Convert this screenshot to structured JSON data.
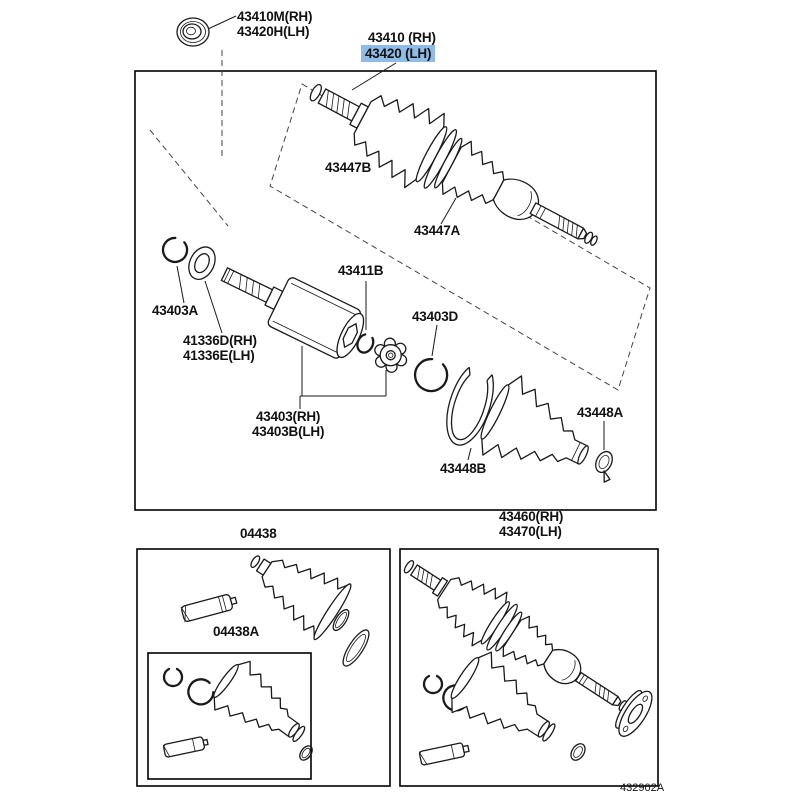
{
  "figure": {
    "code": "432902A",
    "highlight_color": "#8FBCE6"
  },
  "labels": {
    "l43410m_rh": "43410M(RH)",
    "l43420h_lh": "43420H(LH)",
    "l43410_rh": "43410 (RH)",
    "l43420_lh": "43420 (LH)",
    "l43447b": "43447B",
    "l43447a": "43447A",
    "l43403a": "43403A",
    "l43411b": "43411B",
    "l43403d": "43403D",
    "l41336d_rh": "41336D(RH)",
    "l41336e_lh": "41336E(LH)",
    "l43403_rh": "43403(RH)",
    "l43403b_lh": "43403B(LH)",
    "l43448b": "43448B",
    "l43448a": "43448A",
    "l04438": "04438",
    "l04438a": "04438A",
    "l43460_rh": "43460(RH)",
    "l43470_lh": "43470(LH)"
  }
}
